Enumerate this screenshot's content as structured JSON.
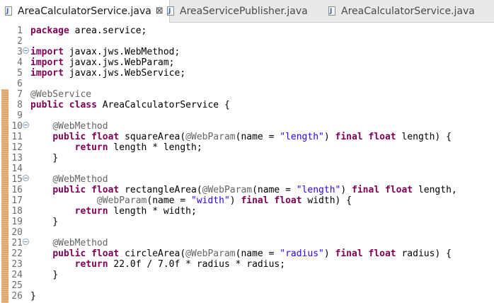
{
  "tabs": [
    {
      "label": "AreaCalculatorService.java",
      "active": true,
      "closable": true
    },
    {
      "label": "AreaServicePublisher.java",
      "active": false
    },
    {
      "label": "AreaCalculatorService.java",
      "active": false
    }
  ],
  "icons": {
    "file": "java-file-icon",
    "close": "close-icon",
    "fold": "fold-collapse-icon"
  },
  "colors": {
    "keyword": "#7f0055",
    "annotation": "#646464",
    "string": "#2a00ff",
    "change_bar": "#e7b57f"
  },
  "code": {
    "lines": [
      {
        "n": "1",
        "tokens": [
          {
            "t": "package",
            "c": "kw"
          },
          {
            "t": " area.service;"
          }
        ]
      },
      {
        "n": "2",
        "tokens": []
      },
      {
        "n": "3",
        "fold": true,
        "tokens": [
          {
            "t": "import",
            "c": "kw"
          },
          {
            "t": " javax.jws.WebMethod;"
          }
        ]
      },
      {
        "n": "4",
        "tokens": [
          {
            "t": "import",
            "c": "kw"
          },
          {
            "t": " javax.jws.WebParam;"
          }
        ]
      },
      {
        "n": "5",
        "tokens": [
          {
            "t": "import",
            "c": "kw"
          },
          {
            "t": " javax.jws.WebService;"
          }
        ]
      },
      {
        "n": "6",
        "tokens": []
      },
      {
        "n": "7",
        "tokens": [
          {
            "t": "@WebService",
            "c": "ann"
          }
        ]
      },
      {
        "n": "8",
        "tokens": [
          {
            "t": "public",
            "c": "kw"
          },
          {
            "t": " "
          },
          {
            "t": "class",
            "c": "kw"
          },
          {
            "t": " AreaCalculatorService {"
          }
        ]
      },
      {
        "n": "9",
        "tokens": []
      },
      {
        "n": "10",
        "fold": true,
        "tokens": [
          {
            "t": "    "
          },
          {
            "t": "@WebMethod",
            "c": "ann"
          }
        ]
      },
      {
        "n": "11",
        "tokens": [
          {
            "t": "    "
          },
          {
            "t": "public",
            "c": "kw"
          },
          {
            "t": " "
          },
          {
            "t": "float",
            "c": "kw"
          },
          {
            "t": " squareArea("
          },
          {
            "t": "@WebParam",
            "c": "ann"
          },
          {
            "t": "(name = "
          },
          {
            "t": "\"length\"",
            "c": "str"
          },
          {
            "t": ") "
          },
          {
            "t": "final",
            "c": "kw"
          },
          {
            "t": " "
          },
          {
            "t": "float",
            "c": "kw"
          },
          {
            "t": " length) {"
          }
        ]
      },
      {
        "n": "12",
        "tokens": [
          {
            "t": "        "
          },
          {
            "t": "return",
            "c": "kw"
          },
          {
            "t": " length * length;"
          }
        ]
      },
      {
        "n": "13",
        "tokens": [
          {
            "t": "    }"
          }
        ]
      },
      {
        "n": "14",
        "tokens": []
      },
      {
        "n": "15",
        "fold": true,
        "tokens": [
          {
            "t": "    "
          },
          {
            "t": "@WebMethod",
            "c": "ann"
          }
        ]
      },
      {
        "n": "16",
        "tokens": [
          {
            "t": "    "
          },
          {
            "t": "public",
            "c": "kw"
          },
          {
            "t": " "
          },
          {
            "t": "float",
            "c": "kw"
          },
          {
            "t": " rectangleArea("
          },
          {
            "t": "@WebParam",
            "c": "ann"
          },
          {
            "t": "(name = "
          },
          {
            "t": "\"length\"",
            "c": "str"
          },
          {
            "t": ") "
          },
          {
            "t": "final",
            "c": "kw"
          },
          {
            "t": " "
          },
          {
            "t": "float",
            "c": "kw"
          },
          {
            "t": " length,"
          }
        ]
      },
      {
        "n": "17",
        "tokens": [
          {
            "t": "            "
          },
          {
            "t": "@WebParam",
            "c": "ann"
          },
          {
            "t": "(name = "
          },
          {
            "t": "\"width\"",
            "c": "str"
          },
          {
            "t": ") "
          },
          {
            "t": "final",
            "c": "kw"
          },
          {
            "t": " "
          },
          {
            "t": "float",
            "c": "kw"
          },
          {
            "t": " width) {"
          }
        ]
      },
      {
        "n": "18",
        "tokens": [
          {
            "t": "        "
          },
          {
            "t": "return",
            "c": "kw"
          },
          {
            "t": " length * width;"
          }
        ]
      },
      {
        "n": "19",
        "tokens": [
          {
            "t": "    }"
          }
        ]
      },
      {
        "n": "20",
        "tokens": []
      },
      {
        "n": "21",
        "fold": true,
        "tokens": [
          {
            "t": "    "
          },
          {
            "t": "@WebMethod",
            "c": "ann"
          }
        ]
      },
      {
        "n": "22",
        "tokens": [
          {
            "t": "    "
          },
          {
            "t": "public",
            "c": "kw"
          },
          {
            "t": " "
          },
          {
            "t": "float",
            "c": "kw"
          },
          {
            "t": " circleArea("
          },
          {
            "t": "@WebParam",
            "c": "ann"
          },
          {
            "t": "(name = "
          },
          {
            "t": "\"radius\"",
            "c": "str"
          },
          {
            "t": ") "
          },
          {
            "t": "final",
            "c": "kw"
          },
          {
            "t": " "
          },
          {
            "t": "float",
            "c": "kw"
          },
          {
            "t": " radius) {"
          }
        ]
      },
      {
        "n": "23",
        "tokens": [
          {
            "t": "        "
          },
          {
            "t": "return",
            "c": "kw"
          },
          {
            "t": " 22.0f / 7.0f * radius * radius;"
          }
        ]
      },
      {
        "n": "24",
        "tokens": [
          {
            "t": "    }"
          }
        ]
      },
      {
        "n": "25",
        "tokens": []
      },
      {
        "n": "26",
        "tokens": [
          {
            "t": "}"
          }
        ]
      }
    ]
  }
}
